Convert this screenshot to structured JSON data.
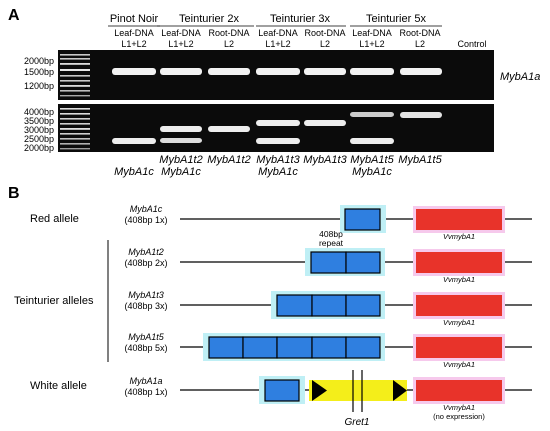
{
  "panel_a": {
    "label": "A",
    "groups": [
      {
        "name": "Pinot Noir",
        "lanes": [
          {
            "top": "Leaf-DNA",
            "bottom": "L1+L2"
          }
        ]
      },
      {
        "name": "Teinturier 2x",
        "lanes": [
          {
            "top": "Leaf-DNA",
            "bottom": "L1+L2"
          },
          {
            "top": "Root-DNA",
            "bottom": "L2"
          }
        ]
      },
      {
        "name": "Teinturier 3x",
        "lanes": [
          {
            "top": "Leaf-DNA",
            "bottom": "L1+L2"
          },
          {
            "top": "Root-DNA",
            "bottom": "L2"
          }
        ]
      },
      {
        "name": "Teinturier 5x",
        "lanes": [
          {
            "top": "Leaf-DNA",
            "bottom": "L1+L2"
          },
          {
            "top": "Root-DNA",
            "bottom": "L2"
          }
        ]
      }
    ],
    "control_label": "Control",
    "gel1": {
      "ladder": [
        "2000bp",
        "1500bp",
        "1200bp"
      ],
      "label": "MybA1a"
    },
    "gel2": {
      "ladder": [
        "4000bp",
        "3500bp",
        "3000bp",
        "2500bp",
        "2000bp"
      ]
    },
    "bottom_labels": [
      [
        "MybA1c"
      ],
      [
        "MybA1t2",
        "MybA1c"
      ],
      [
        "MybA1t2"
      ],
      [
        "MybA1t3",
        "MybA1c"
      ],
      [
        "MybA1t3"
      ],
      [
        "MybA1t5",
        "MybA1c"
      ],
      [
        "MybA1t5"
      ]
    ]
  },
  "panel_b": {
    "label": "B",
    "categories": {
      "red": "Red allele",
      "teinturier": "Teinturier alleles",
      "white": "White allele"
    },
    "alleles": [
      {
        "name": "MybA1c",
        "size": "(408bp 1x)",
        "repeats": 1
      },
      {
        "name": "MybA1t2",
        "size": "(408bp 2x)",
        "repeats": 2
      },
      {
        "name": "MybA1t3",
        "size": "(408bp 3x)",
        "repeats": 3
      },
      {
        "name": "MybA1t5",
        "size": "(408bp 5x)",
        "repeats": 5
      },
      {
        "name": "MybA1a",
        "size": "(408bp 1x)",
        "repeats": 1
      }
    ],
    "repeat_label_line1": "408bp",
    "repeat_label_line2": "repeat",
    "gene_label": "VvmybA1",
    "no_expression": "(no expression)",
    "retro_label": "Gret1",
    "colors": {
      "repeat": "#2f7fe0",
      "gene": "#e8332a",
      "retro": "#f4ee1a",
      "halo_cyan": "#bfeff5",
      "halo_pink": "#f6c9ec"
    }
  }
}
